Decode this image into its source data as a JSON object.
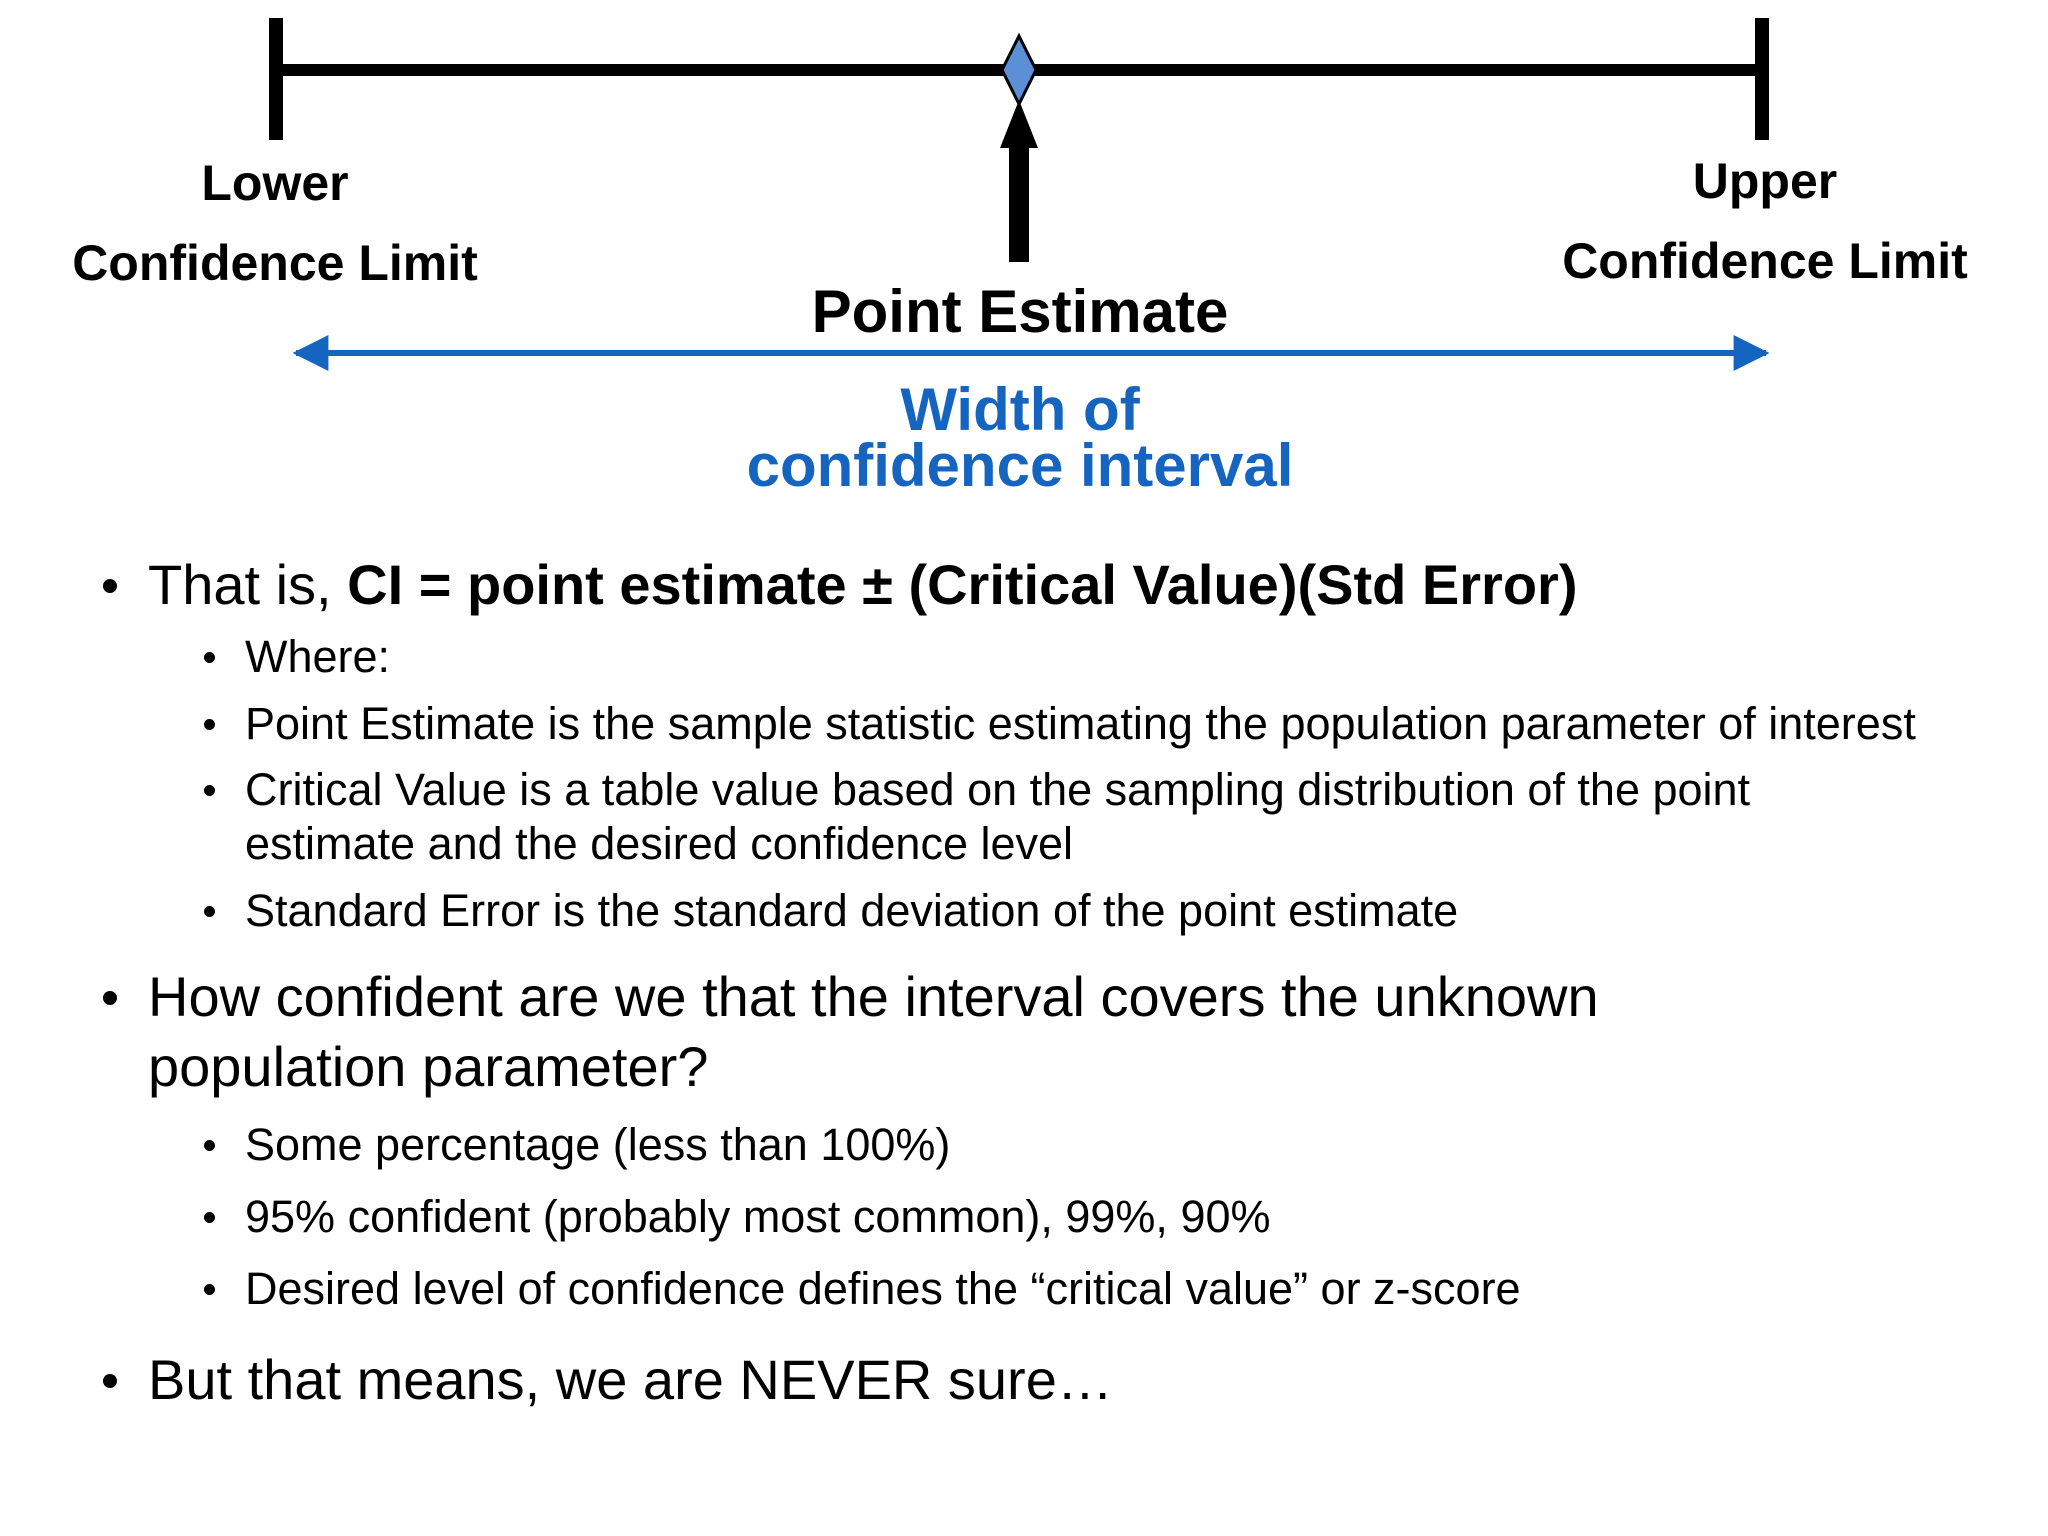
{
  "diagram": {
    "lower_label": [
      "Lower",
      "Confidence Limit"
    ],
    "upper_label": [
      "Upper",
      "Confidence Limit"
    ],
    "point_label": "Point Estimate",
    "width_label": [
      "Width of",
      "confidence interval"
    ],
    "colors": {
      "line": "#000000",
      "diamond": "#5b8fd6",
      "width_arrow": "#1565c0"
    }
  },
  "bullets": {
    "b1_prefix": "That is, ",
    "b1_formula": "CI = point estimate ± (Critical Value)(Std Error)",
    "b1_subs": [
      "Where:",
      "Point Estimate is the sample statistic estimating the population parameter of interest",
      "Critical Value is a table value based on the sampling distribution of the point",
      "estimate and the desired confidence level",
      "Standard Error is the standard deviation of the point estimate"
    ],
    "b2_lines": [
      "How confident are we that the interval covers the unknown",
      "population parameter?"
    ],
    "b2_subs": [
      "Some percentage (less than 100%)",
      "95% confident (probably most common), 99%, 90%",
      "Desired level of confidence defines the “critical value” or z-score"
    ],
    "b3": "But that means, we are NEVER sure…"
  }
}
